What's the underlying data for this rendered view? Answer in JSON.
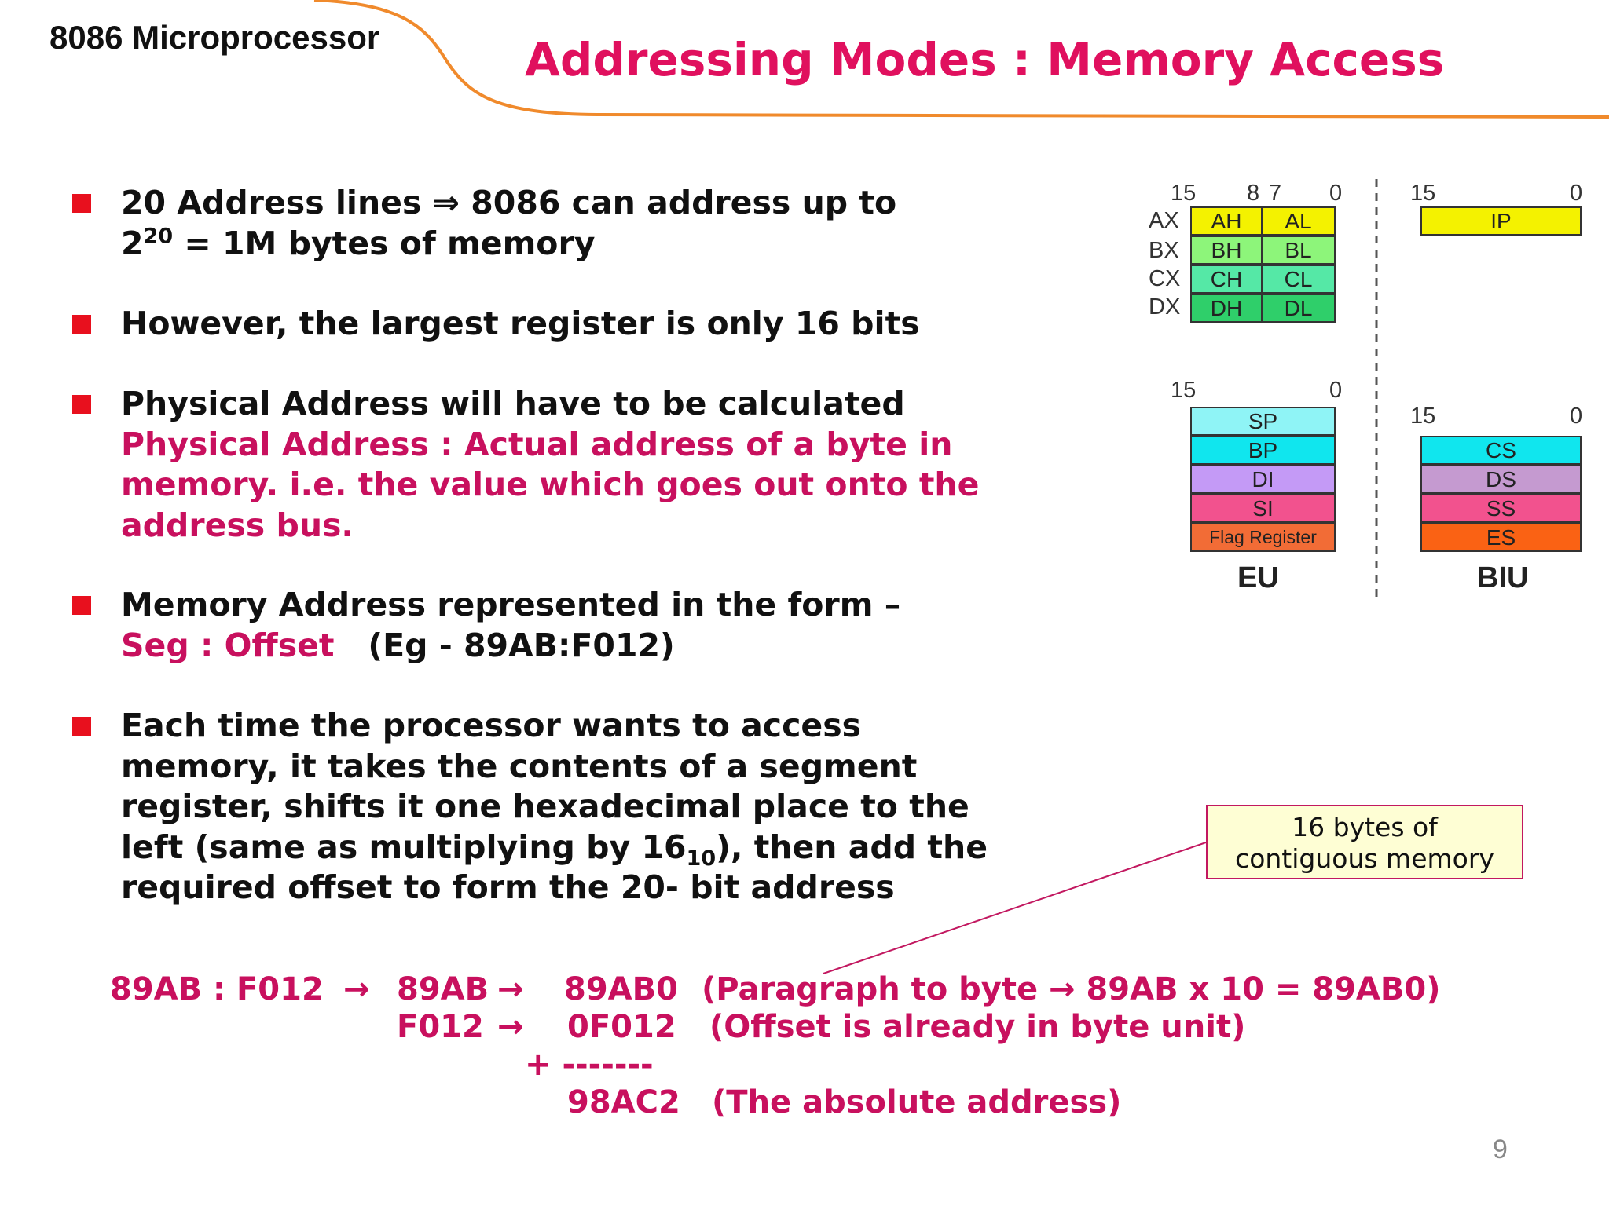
{
  "header": {
    "course": "8086 Microprocessor",
    "title": "Addressing Modes : Memory Access"
  },
  "bullets": [
    {
      "lines": [
        {
          "pre": "20 Address lines  ⇒  8086 can address up to",
          "sup": "",
          "post": ""
        },
        {
          "pre": "2",
          "sup": "20",
          "post": " = 1M bytes of memory"
        }
      ]
    },
    {
      "lines": [
        {
          "text": "However, the largest register is only 16 bits"
        }
      ]
    },
    {
      "lines": [
        {
          "text": "Physical Address will have to be calculated",
          "color": "black"
        },
        {
          "text": "Physical Address : Actual address of a byte in",
          "color": "magenta"
        },
        {
          "text": "memory. i.e. the value which goes out onto the",
          "color": "magenta"
        },
        {
          "text": "address bus.",
          "color": "magenta"
        }
      ]
    },
    {
      "lines": [
        {
          "text": "Memory Address represented in the form –"
        },
        {
          "seg": "Seg : Offset",
          "example": "   (Eg - 89AB:F012)"
        }
      ]
    },
    {
      "lines": [
        {
          "text": "Each time the processor wants to  access"
        },
        {
          "text": "memory, it takes the contents of a segment"
        },
        {
          "text": "register, shifts it one hexadecimal place to the"
        },
        {
          "pre": "left (same as multiplying by 16",
          "sub": "10",
          "post": "), then add the"
        },
        {
          "text": "required offset to form the 20- bit address"
        }
      ]
    }
  ],
  "callout": {
    "line1": "16 bytes of",
    "line2": "contiguous memory"
  },
  "calculation": {
    "row1": {
      "a": "89AB : F012",
      "arrow1": "→",
      "b": "89AB",
      "arrow2": "→",
      "c": "89AB0",
      "note": "(Paragraph to byte → 89AB x 10 = 89AB0)"
    },
    "row2": {
      "b": "F012",
      "arrow2": "→",
      "c": "0F012",
      "note": "(Offset is already in byte unit)"
    },
    "row3": {
      "op": "+ -------"
    },
    "row4": {
      "c": "98AC2",
      "note": "(The absolute address)"
    }
  },
  "diagram": {
    "gp_bits": {
      "hi": "15",
      "mid_hi": "8",
      "mid_lo": "7",
      "lo": "0"
    },
    "gp_regs": [
      {
        "name": "AX",
        "high": "AH",
        "low": "AL",
        "color": "#f4f200"
      },
      {
        "name": "BX",
        "high": "BH",
        "low": "BL",
        "color": "#8df57a"
      },
      {
        "name": "CX",
        "high": "CH",
        "low": "CL",
        "color": "#55e8a6"
      },
      {
        "name": "DX",
        "high": "DH",
        "low": "DL",
        "color": "#2fcf6a"
      }
    ],
    "ip_bits": {
      "hi": "15",
      "lo": "0"
    },
    "ip": {
      "label": "IP",
      "color": "#f4f200"
    },
    "eu_bits": {
      "hi": "15",
      "lo": "0"
    },
    "eu_regs": [
      {
        "label": "SP",
        "color": "#8ff4f6"
      },
      {
        "label": "BP",
        "color": "#10e6ee"
      },
      {
        "label": "DI",
        "color": "#c49af6"
      },
      {
        "label": "SI",
        "color": "#f2528e"
      },
      {
        "label": "Flag Register",
        "color": "#f26c36"
      }
    ],
    "eu_label": "EU",
    "biu_bits": {
      "hi": "15",
      "lo": "0"
    },
    "biu_regs": [
      {
        "label": "CS",
        "color": "#10e6ee"
      },
      {
        "label": "DS",
        "color": "#c59ad0"
      },
      {
        "label": "SS",
        "color": "#f2528e"
      },
      {
        "label": "ES",
        "color": "#fa6214"
      }
    ],
    "biu_label": "BIU"
  },
  "page_number": "9",
  "colors": {
    "title": "#e0105e",
    "accent_text": "#c8105e",
    "bullet": "#e8101e",
    "header_curve": "#f08a2c"
  }
}
